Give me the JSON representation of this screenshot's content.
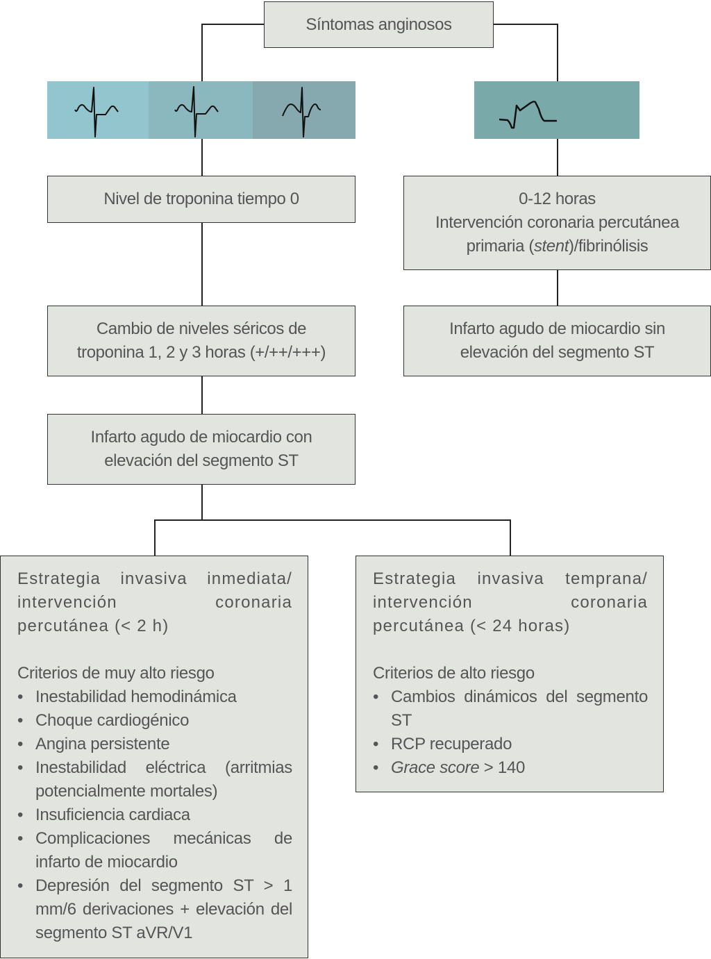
{
  "top": "Síntomas anginosos",
  "colors": {
    "box_fill": "#e2e4df",
    "ecg1": "#93c5cf",
    "ecg2": "#8ab8be",
    "ecg3": "#85a9ae",
    "ecg_st": "#79a9a9"
  },
  "left": {
    "troponin0": "Nivel de troponina tiempo 0",
    "change_l1": "Cambio de niveles séricos de",
    "change_l2": "troponina 1, 2 y 3 horas (+/++/+++)",
    "iam_l1": "Infarto agudo de miocardio con",
    "iam_l2": "elevación del segmento ST"
  },
  "right": {
    "hours": "0-12 horas",
    "icp": "Intervención coronaria percutánea",
    "primary_a": "primaria (",
    "stent": "stent",
    "primary_b": ")/fibrinólisis",
    "iam_l1": "Infarto agudo de miocardio sin",
    "iam_l2": "elevación del segmento ST"
  },
  "immediate": {
    "heading": "Estrategia invasiva inmediata/ intervención coronaria percutánea (< 2 h)",
    "criteria": "Criterios de muy alto riesgo",
    "items": [
      "Inestabilidad hemodinámica",
      "Choque cardiogénico",
      "Angina persistente",
      "Inestabilidad eléctrica (arritmias potencialmente mortales)",
      "Insuficiencia cardiaca",
      "Complicaciones mecánicas de infarto de miocardio",
      "Depresión del segmento ST > 1 mm/6 derivaciones + elevación del segmento ST aVR/V1"
    ]
  },
  "early": {
    "heading": "Estrategia invasiva temprana/ intervención coronaria percutánea (< 24 horas)",
    "criteria": "Criterios de alto riesgo",
    "items": [
      "Cambios dinámicos del segmento ST",
      "RCP recuperado"
    ],
    "grace_italic": "Grace score",
    "grace_rest": " > 140"
  },
  "bullet": "•"
}
